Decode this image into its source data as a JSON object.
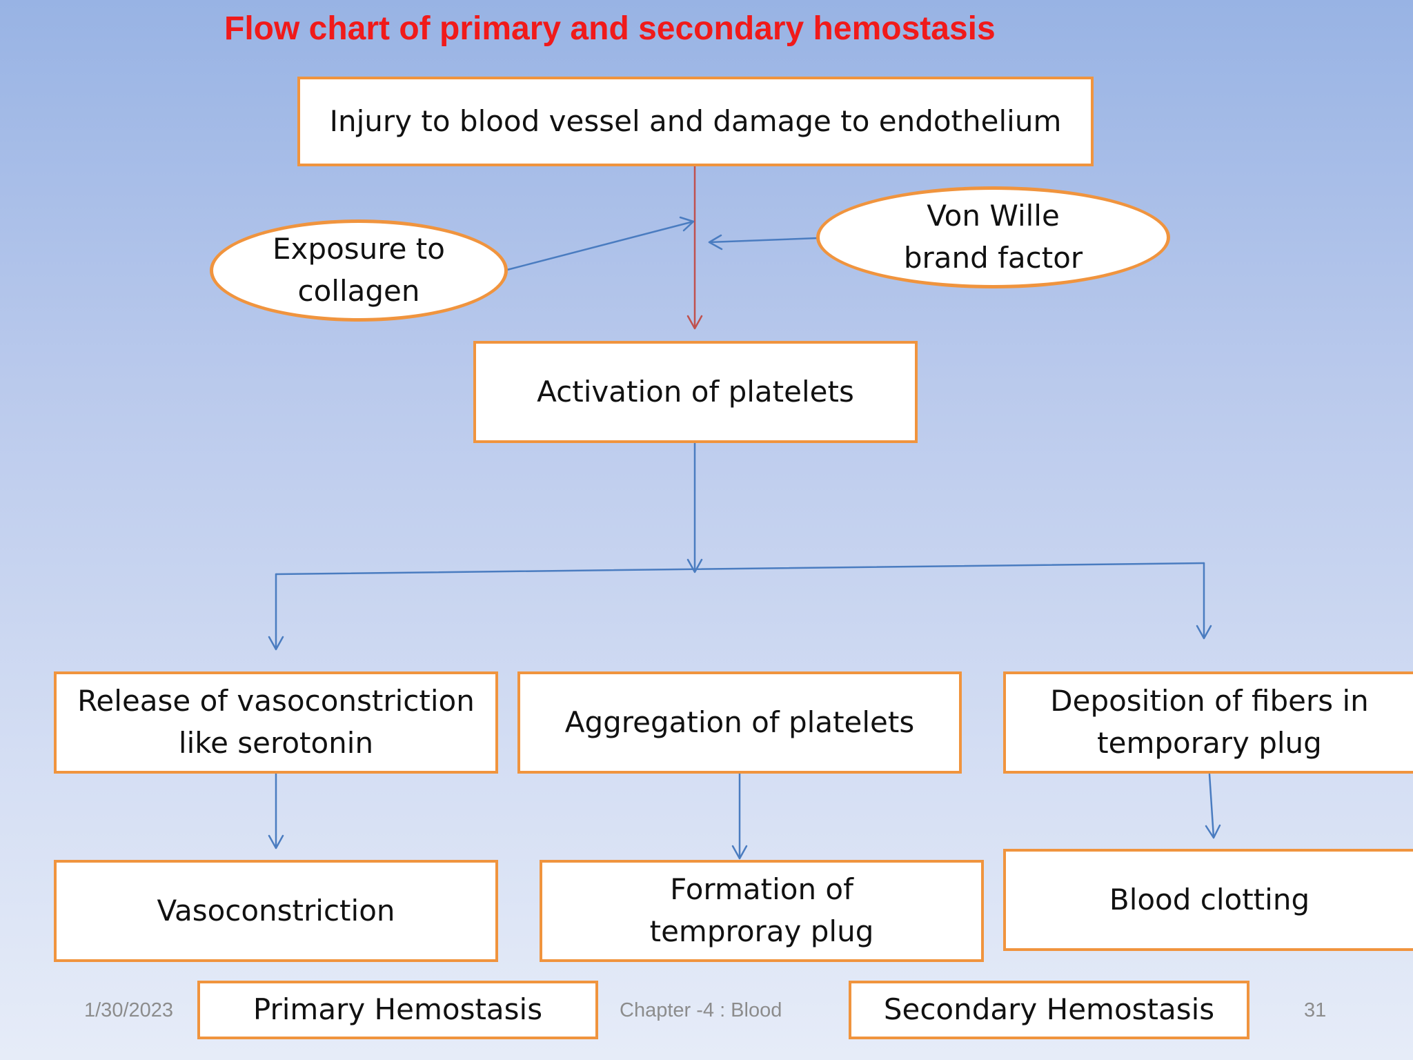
{
  "title": "Flow chart of primary and secondary hemostasis",
  "boxes": {
    "injury": "Injury to blood vessel and damage to endothelium",
    "activation": "Activation of platelets",
    "release": "Release of vasoconstriction like serotonin",
    "aggregation": "Aggregation of platelets",
    "deposition": "Deposition of fibers in temporary plug",
    "vasoconstriction": "Vasoconstriction",
    "formation": "Formation of temproray plug",
    "clotting": "Blood clotting"
  },
  "ovals": {
    "collagen": "Exposure to collagen",
    "vwf": "Von Wille brand factor"
  },
  "legend": {
    "primary": "Primary Hemostasis",
    "secondary": "Secondary Hemostasis"
  },
  "footer": {
    "date": "1/30/2023",
    "chapter": "Chapter -4 : Blood",
    "page": "31"
  },
  "colors": {
    "title": "#f01a1a",
    "box_border": "#f0943e",
    "blue_arrow": "#4a7cc0",
    "red_arrow": "#c0504d"
  }
}
